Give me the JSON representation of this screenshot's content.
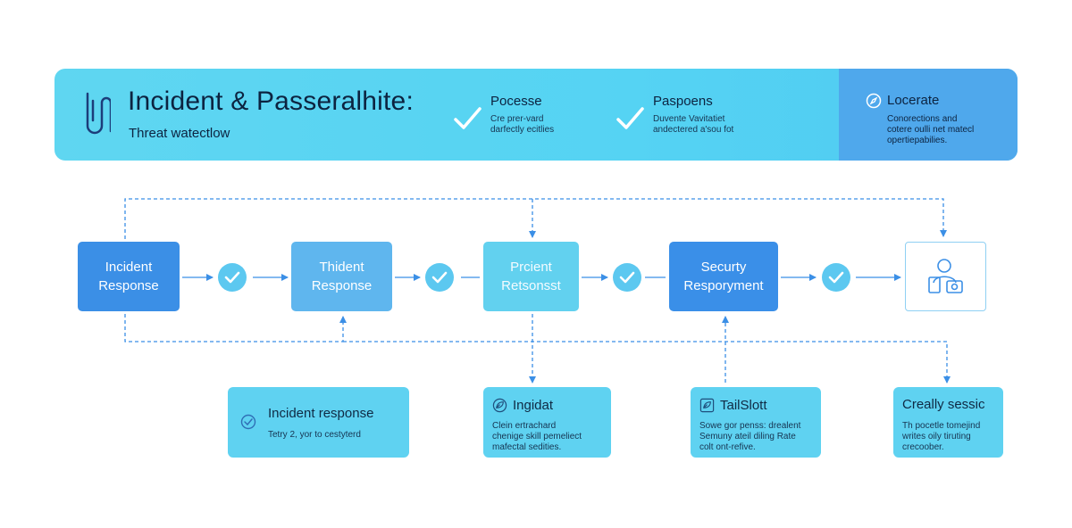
{
  "header": {
    "title": "Incident & Passeralhite:",
    "subtitle": "Threat watectlow",
    "columns": [
      {
        "title": "Pocesse",
        "text_lines": [
          "Cre prer-vard",
          "darfectly ecitlies"
        ]
      },
      {
        "title": "Paspoens",
        "text_lines": [
          "Duvente Vavitatiet",
          "andectered a'sou fot"
        ]
      }
    ],
    "locate": {
      "title": "Locerate",
      "text_lines": [
        "Conorections and",
        "cotere oulli net matecl",
        "opertiepabilies."
      ]
    }
  },
  "flow": {
    "nodes": [
      {
        "lines": [
          "Incident",
          "Response"
        ]
      },
      {
        "lines": [
          "Thident",
          "Response"
        ]
      },
      {
        "lines": [
          "Prcient",
          "Retsonsst"
        ]
      },
      {
        "lines": [
          "Securty",
          "Resporyment"
        ]
      }
    ],
    "end_icon": "user-devices-icon"
  },
  "cards": [
    {
      "title": "Incident response",
      "icon": "check-circle-icon",
      "text_lines": [
        "Tetry 2, yor to cestyterd"
      ]
    },
    {
      "title": "Ingidat",
      "icon": "leaf-circle-icon",
      "text_lines": [
        "Clein ertrachard",
        "chenige skill pemeliect",
        "mafectal sedities."
      ]
    },
    {
      "title": "TailSlott",
      "icon": "leaf-square-icon",
      "text_lines": [
        "Sowe gor penss: drealent",
        "Semuny ateil diling Rate",
        "colt ont-refive."
      ]
    },
    {
      "title": "Creally sessic",
      "icon": "",
      "text_lines": [
        "Th pocetle tomejind",
        "writes oily tiruting",
        "crecoober."
      ]
    }
  ],
  "colors": {
    "banner": "#55d3f3",
    "banner_right": "#4fa8ec",
    "node_dark": "#3b8fe6",
    "node_light": "#5fb6ee",
    "node_cyan": "#62d1ef",
    "check_circle": "#5cc8f0",
    "card": "#5fd2f1",
    "connector": "#3b8fe6"
  }
}
